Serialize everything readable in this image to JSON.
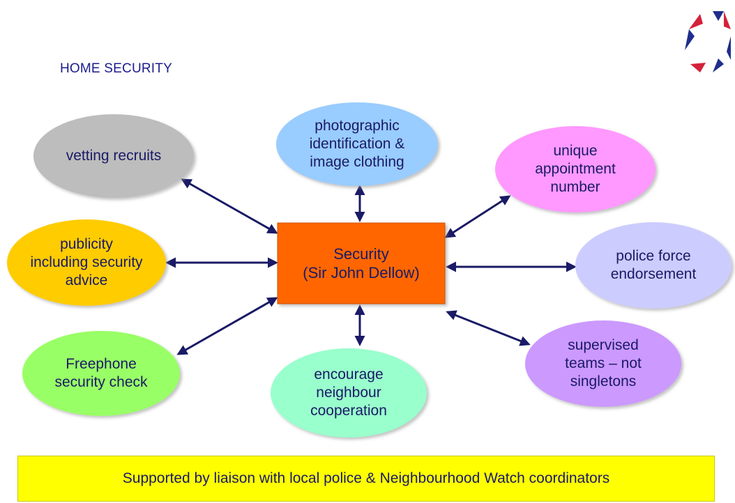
{
  "title": "HOME SECURITY",
  "center": {
    "label": "Security\n(Sir John Dellow)",
    "color": "#ff6600"
  },
  "nodes": [
    {
      "id": "vetting",
      "label": "vetting recruits",
      "color": "#bdbdbd"
    },
    {
      "id": "photo",
      "label": "photographic\nidentification &\nimage clothing",
      "color": "#99ccff"
    },
    {
      "id": "unique",
      "label": "unique\nappointment\nnumber",
      "color": "#ff99ff"
    },
    {
      "id": "publicity",
      "label": "publicity\nincluding security\nadvice",
      "color": "#ffcc00"
    },
    {
      "id": "police",
      "label": "police force\nendorsement",
      "color": "#ccccff"
    },
    {
      "id": "freephone",
      "label": "Freephone\nsecurity check",
      "color": "#99ff66"
    },
    {
      "id": "neighbour",
      "label": "encourage\nneighbour\ncooperation",
      "color": "#99ffcc"
    },
    {
      "id": "supervised",
      "label": "supervised\nteams – not\nsingletons",
      "color": "#cc99ff"
    }
  ],
  "footer": "Supported by liaison with local police & Neighbourhood Watch coordinators",
  "logo_icon": "hexagon-logo-icon",
  "arrow_color": "#1a1a66"
}
